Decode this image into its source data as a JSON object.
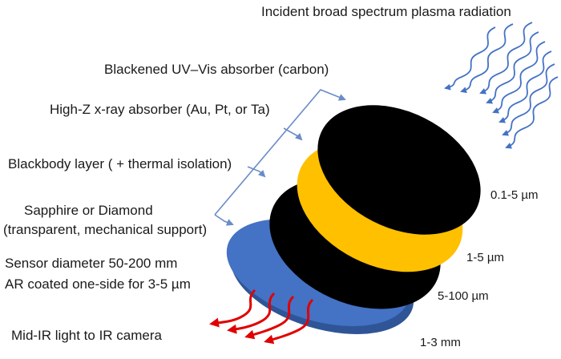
{
  "diagram": {
    "labels": {
      "incident_radiation": "Incident broad spectrum plasma radiation",
      "uv_vis_absorber": "Blackened UV–Vis absorber (carbon)",
      "xray_absorber": "High-Z x-ray absorber (Au, Pt, or Ta)",
      "blackbody_layer": "Blackbody layer ( + thermal isolation)",
      "substrate_line1": "Sapphire or Diamond",
      "substrate_line2": "(transparent, mechanical support)",
      "sensor_line1": "Sensor diameter 50-200 mm",
      "sensor_line2": "AR coated one-side for 3-5 µm",
      "output": "Mid-IR light to IR camera"
    },
    "thicknesses": {
      "absorber_layer": "0.1-5 µm",
      "xray_layer": "1-5 µm",
      "blackbody_layer": "5-100 µm",
      "substrate_layer": "1-3 mm"
    },
    "colors": {
      "absorber_disc": "#000000",
      "xray_disc": "#FFC000",
      "blackbody_disc": "#000000",
      "substrate_disc": "#4472C4",
      "incident_wave": "#4472C4",
      "bracket_line": "#6A8CC7",
      "output_arrow": "#E00000"
    }
  }
}
